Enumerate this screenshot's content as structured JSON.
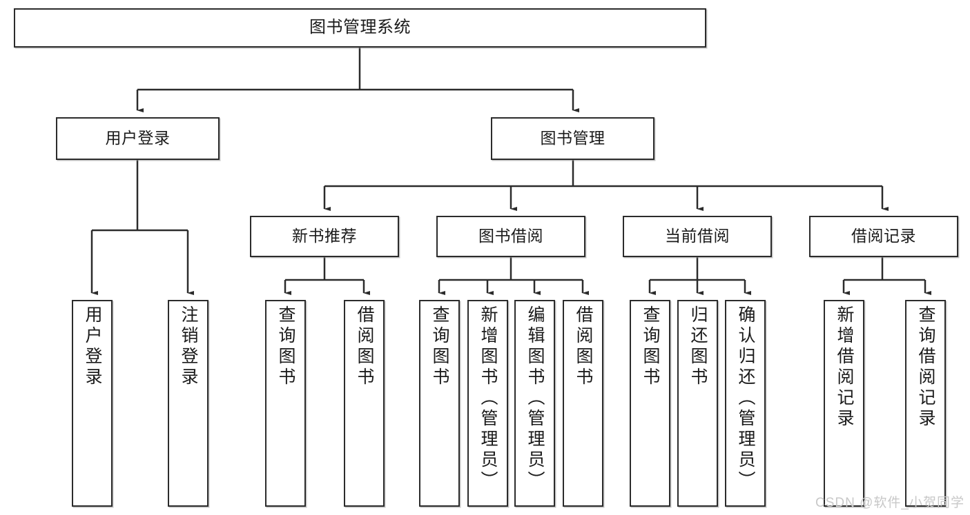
{
  "diagram": {
    "title": "图书管理系统",
    "watermark": "CSDN @软件_小贺同学",
    "colors": {
      "box_border": "#2b2b2b",
      "box_fill": "#ffffff",
      "connector": "#2b2b2b",
      "text": "#1a1a1a",
      "watermark": "#c8c8c8"
    },
    "nodes": {
      "root": "图书管理系统",
      "level2": [
        {
          "label": "用户登录"
        },
        {
          "label": "图书管理"
        }
      ],
      "level3": [
        {
          "label": "新书推荐"
        },
        {
          "label": "图书借阅"
        },
        {
          "label": "当前借阅"
        },
        {
          "label": "借阅记录"
        }
      ],
      "leaves_user_login": [
        {
          "label": "用户登录"
        },
        {
          "label": "注销登录"
        }
      ],
      "leaves_new_book": [
        {
          "label": "查询图书"
        },
        {
          "label": "借阅图书"
        }
      ],
      "leaves_borrow": [
        {
          "label": "查询图书"
        },
        {
          "label": "新增图书（管理员）"
        },
        {
          "label": "编辑图书（管理员）"
        },
        {
          "label": "借阅图书"
        }
      ],
      "leaves_current": [
        {
          "label": "查询图书"
        },
        {
          "label": "归还图书"
        },
        {
          "label": "确认归还（管理员）"
        }
      ],
      "leaves_records": [
        {
          "label": "新增借阅记录"
        },
        {
          "label": "查询借阅记录"
        }
      ]
    }
  }
}
